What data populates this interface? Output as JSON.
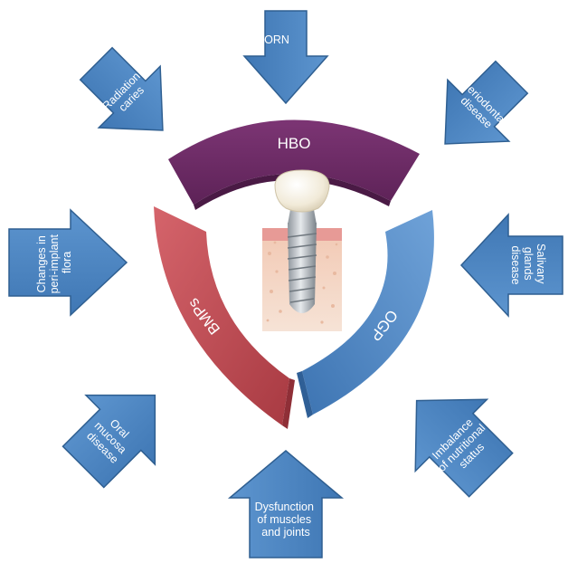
{
  "arrows": [
    {
      "id": "orn",
      "lines": [
        "ORN"
      ]
    },
    {
      "id": "radiation-caries",
      "lines": [
        "Radiation",
        "caries"
      ]
    },
    {
      "id": "periodontal-disease",
      "lines": [
        "Periodontal",
        "disease"
      ]
    },
    {
      "id": "peri-implant-flora",
      "lines": [
        "Changes in",
        "peri-implant",
        "flora"
      ]
    },
    {
      "id": "salivary-glands",
      "lines": [
        "Salivary",
        "glands",
        "disease"
      ]
    },
    {
      "id": "oral-mucosa",
      "lines": [
        "Oral",
        "mucosa",
        "disease"
      ]
    },
    {
      "id": "nutritional-status",
      "lines": [
        "Imbalance",
        "of nutritional",
        "status"
      ]
    },
    {
      "id": "muscles-joints",
      "lines": [
        "Dysfunction",
        "of muscles",
        "and joints"
      ]
    }
  ],
  "arcs": {
    "hbo": {
      "label": "HBO",
      "color": "#6b2a63"
    },
    "bmps": {
      "label": "BMPs",
      "color": "#c0474f"
    },
    "ogp": {
      "label": "OGP",
      "color": "#4f86c3"
    }
  },
  "center_image": "dental-implant-illustration"
}
